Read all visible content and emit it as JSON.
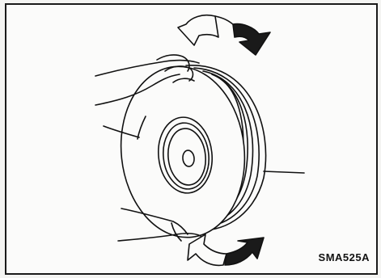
{
  "figure": {
    "code": "SMA525A",
    "colors": {
      "ink": "#111111",
      "paper": "#fbfbfa",
      "fill": "#1a1a1a"
    },
    "elements": [
      "wheel",
      "tire-treads",
      "hub",
      "upper-hand",
      "lower-hand",
      "upper-rotation-arrow",
      "lower-rotation-arrow"
    ]
  }
}
